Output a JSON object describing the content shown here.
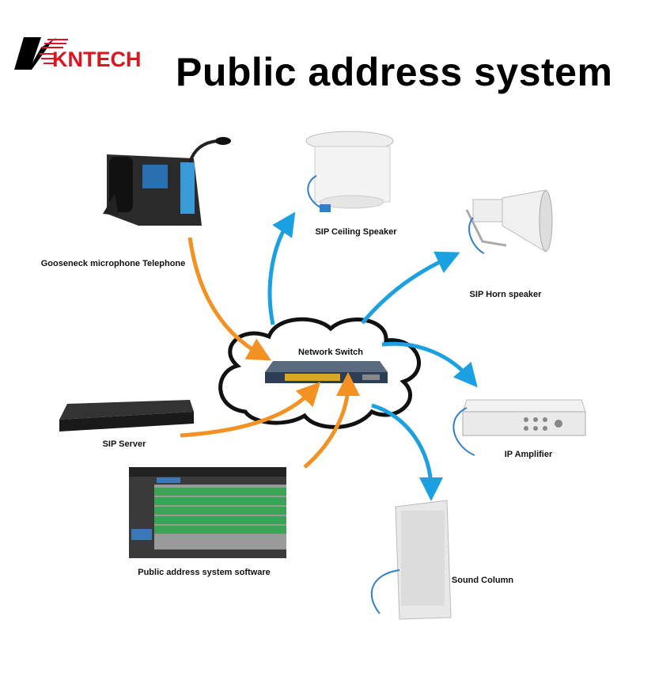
{
  "header": {
    "logo": "KNTECH",
    "title": "Public address system"
  },
  "devices": {
    "phone": "Gooseneck microphone Telephone",
    "ceiling": "SIP Ceiling Speaker",
    "horn": "SIP Horn speaker",
    "switch": "Network Switch",
    "server": "SIP Server",
    "amplifier": "IP Amplifier",
    "software": "Public address system software",
    "column": "Sound Column"
  },
  "colors": {
    "input_arrow": "#f39222",
    "output_arrow": "#1ba1e2",
    "brand": "#e0141e"
  }
}
